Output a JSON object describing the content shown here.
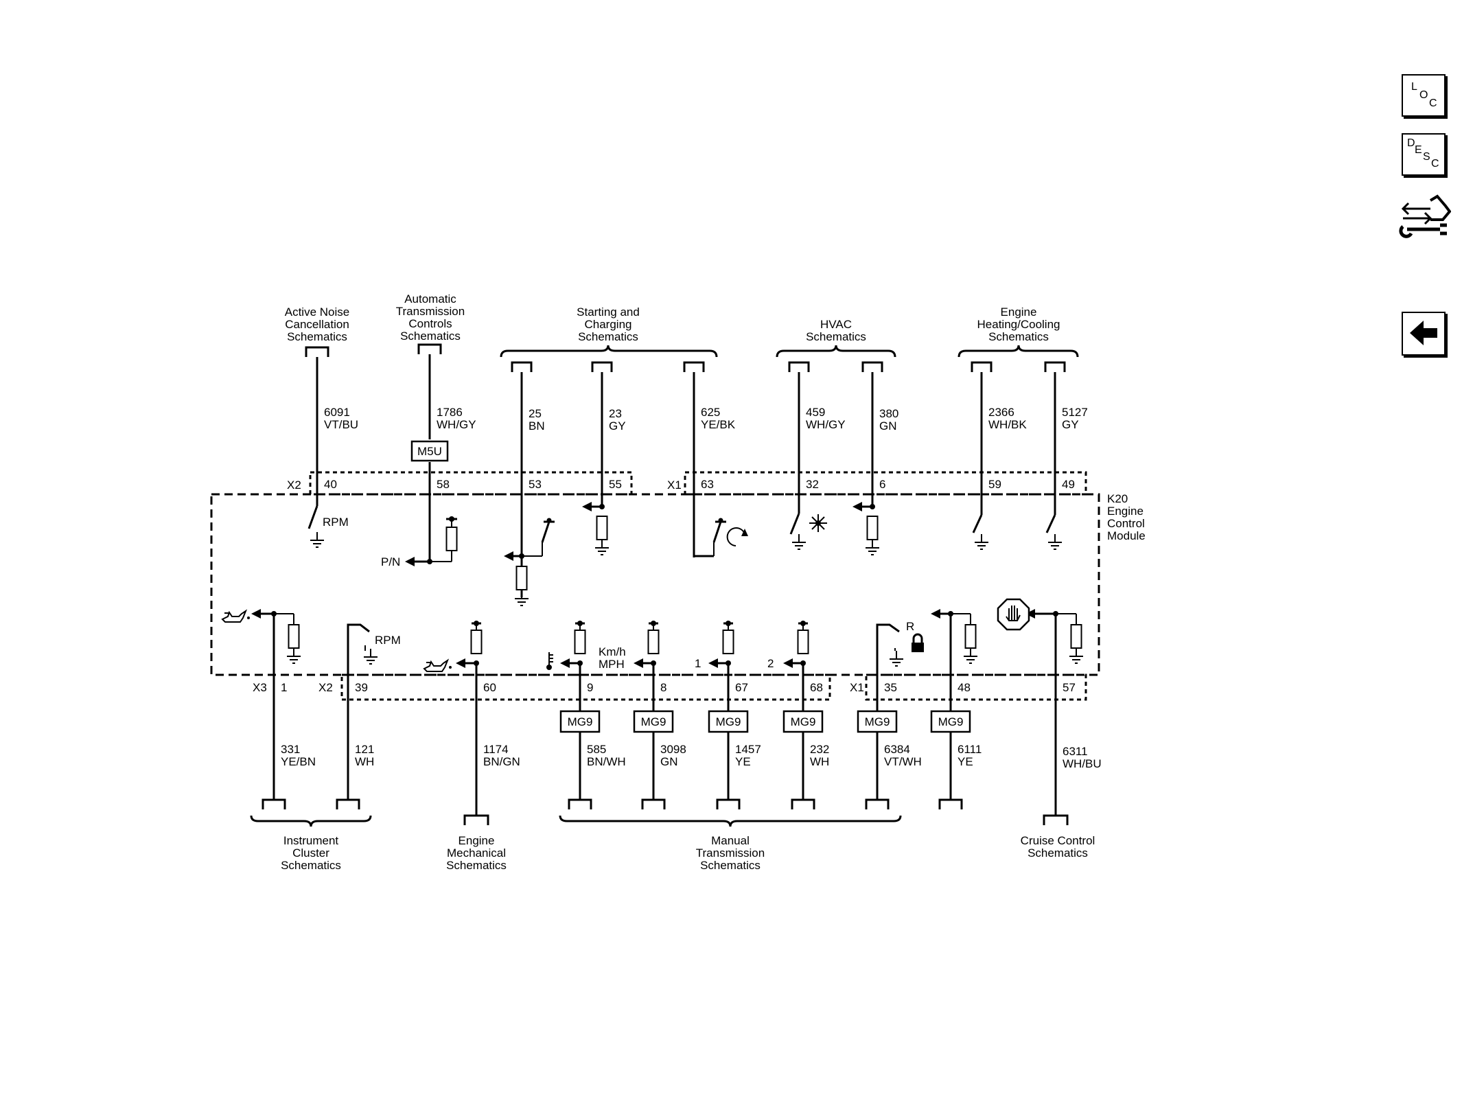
{
  "module": {
    "line1": "K20",
    "line2": "Engine",
    "line3": "Control",
    "line4": "Module"
  },
  "top_groups": {
    "anc": [
      "Active Noise",
      "Cancellation",
      "Schematics"
    ],
    "atc": [
      "Automatic",
      "Transmission",
      "Controls",
      "Schematics"
    ],
    "stc": [
      "Starting and",
      "Charging",
      "Schematics"
    ],
    "hvac": [
      "HVAC",
      "Schematics"
    ],
    "ehc": [
      "Engine",
      "Heating/Cooling",
      "Schematics"
    ]
  },
  "bottom_groups": {
    "ic": [
      "Instrument",
      "Cluster",
      "Schematics"
    ],
    "em": [
      "Engine",
      "Mechanical",
      "Schematics"
    ],
    "mt": [
      "Manual",
      "Transmission",
      "Schematics"
    ],
    "cc": [
      "Cruise Control",
      "Schematics"
    ]
  },
  "top_wires": [
    {
      "circuit": "6091",
      "color": "VT/BU",
      "pin": "40"
    },
    {
      "circuit": "1786",
      "color": "WH/GY",
      "pin": "58"
    },
    {
      "circuit": "25",
      "color": "BN",
      "pin": "53"
    },
    {
      "circuit": "23",
      "color": "GY",
      "pin": "55"
    },
    {
      "circuit": "625",
      "color": "YE/BK",
      "pin": "63"
    },
    {
      "circuit": "459",
      "color": "WH/GY",
      "pin": "32"
    },
    {
      "circuit": "380",
      "color": "GN",
      "pin": "6"
    },
    {
      "circuit": "2366",
      "color": "WH/BK",
      "pin": "59"
    },
    {
      "circuit": "5127",
      "color": "GY",
      "pin": "49"
    }
  ],
  "bottom_wires": [
    {
      "circuit": "331",
      "color": "YE/BN",
      "pin": "1"
    },
    {
      "circuit": "121",
      "color": "WH",
      "pin": "39"
    },
    {
      "circuit": "1174",
      "color": "BN/GN",
      "pin": "60"
    },
    {
      "circuit": "585",
      "color": "BN/WH",
      "pin": "9"
    },
    {
      "circuit": "3098",
      "color": "GN",
      "pin": "8"
    },
    {
      "circuit": "1457",
      "color": "YE",
      "pin": "67"
    },
    {
      "circuit": "232",
      "color": "WH",
      "pin": "68"
    },
    {
      "circuit": "6384",
      "color": "VT/WH",
      "pin": "35"
    },
    {
      "circuit": "6111",
      "color": "YE",
      "pin": "48"
    },
    {
      "circuit": "6311",
      "color": "WH/BU",
      "pin": "57"
    }
  ],
  "connectors": {
    "x1": "X1",
    "x2": "X2",
    "x3": "X3"
  },
  "options": {
    "m5u": "M5U",
    "mg9": "MG9"
  },
  "labels": {
    "rpm": "RPM",
    "pn": "P/N",
    "kmh": "Km/h",
    "mph": "MPH",
    "gear1": "1",
    "gear2": "2",
    "reverse": "R"
  },
  "side_buttons": {
    "loc": [
      "L",
      "O",
      "C"
    ],
    "desc": [
      "D",
      "E",
      "S",
      "C"
    ]
  }
}
